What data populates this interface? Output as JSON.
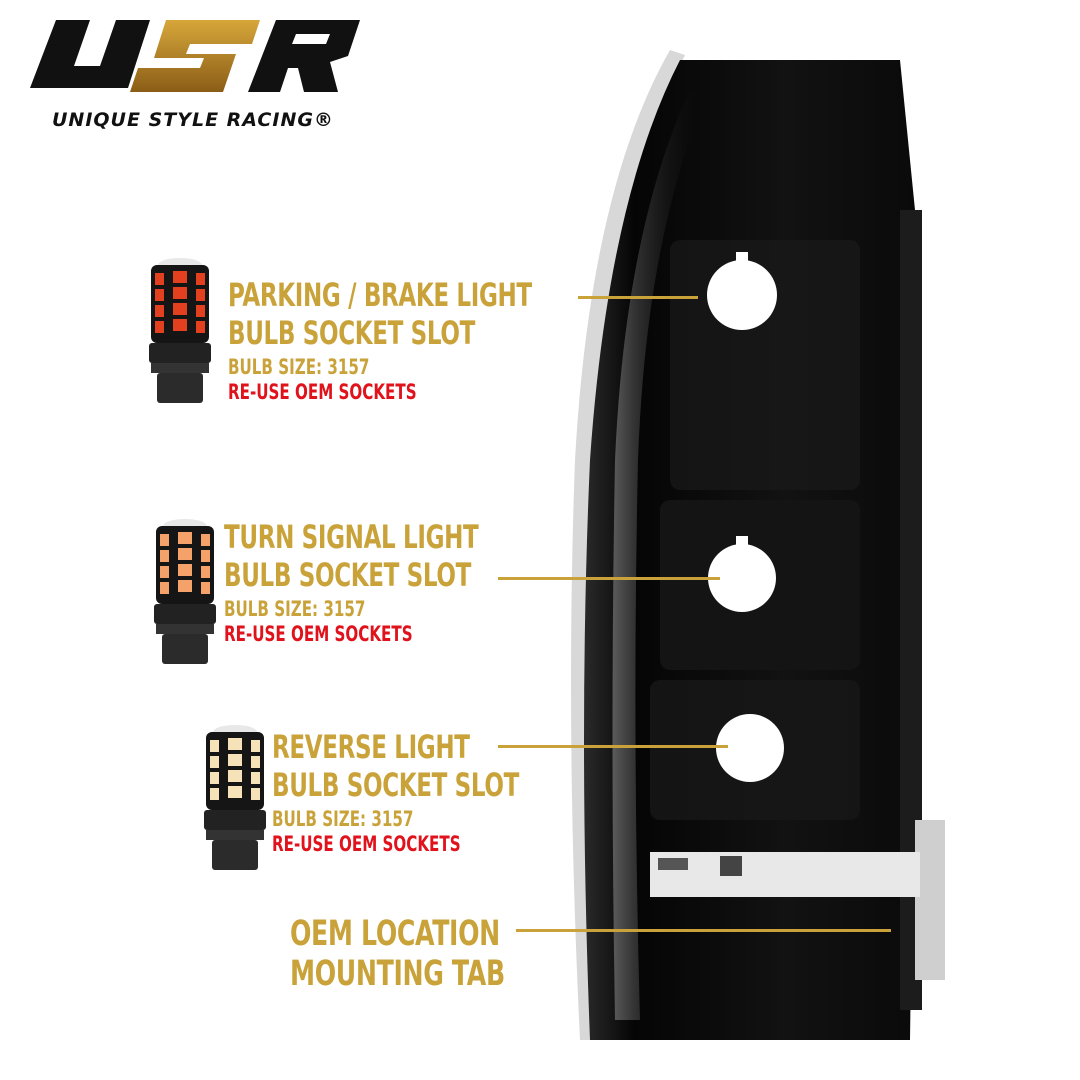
{
  "brand": {
    "logo_text": "USR",
    "tagline": "UNIQUE STYLE RACING®",
    "colors": {
      "black": "#111111",
      "gold": "#b8861f"
    }
  },
  "colors": {
    "title_gold": "#c9a23a",
    "warning_red": "#e0121b",
    "leader_gold": "#c9a23a"
  },
  "callouts": [
    {
      "title_line1": "PARKING / BRAKE LIGHT",
      "title_line2": "BULB SOCKET SLOT",
      "bulb_size": "BULB SIZE: 3157",
      "note": "RE-USE OEM SOCKETS",
      "bulb_led_color": "#e2401f"
    },
    {
      "title_line1": "TURN SIGNAL LIGHT",
      "title_line2": "BULB SOCKET SLOT",
      "bulb_size": "BULB SIZE: 3157",
      "note": "RE-USE OEM SOCKETS",
      "bulb_led_color": "#f4a26a"
    },
    {
      "title_line1": "REVERSE LIGHT",
      "title_line2": "BULB SOCKET SLOT",
      "bulb_size": "BULB SIZE: 3157",
      "note": "RE-USE OEM SOCKETS",
      "bulb_led_color": "#f6e2b8"
    },
    {
      "title_line1": "OEM LOCATION",
      "title_line2": "MOUNTING TAB"
    }
  ],
  "product": {
    "name": "tail-light-housing-rear-view"
  }
}
